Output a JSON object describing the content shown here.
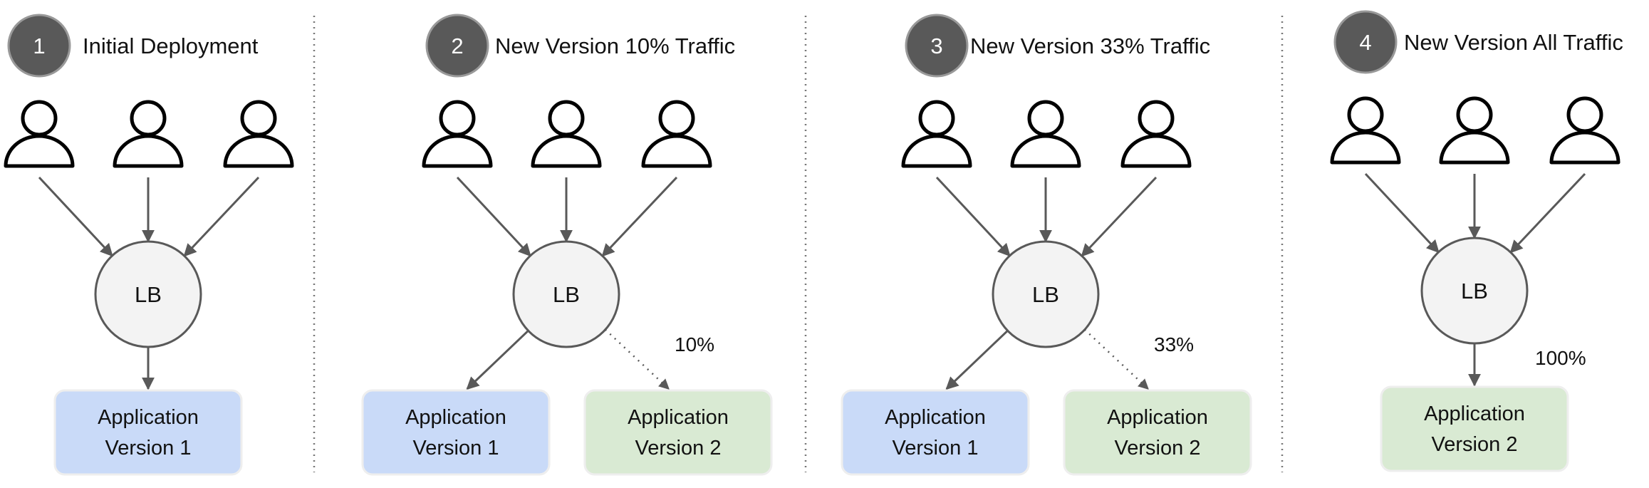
{
  "colors": {
    "badge": "#595959",
    "arrow": "#595959",
    "lb_fill": "#f3f3f3",
    "version1_box": "#c9daf8",
    "version2_box": "#d9ead3"
  },
  "panels": [
    {
      "step": "1",
      "title": "Initial Deployment",
      "lb_label": "LB",
      "routes": [
        {
          "box_line1": "Application",
          "box_line2": "Version 1",
          "version": 1,
          "style": "solid",
          "label": ""
        }
      ]
    },
    {
      "step": "2",
      "title": "New Version 10% Traffic",
      "lb_label": "LB",
      "routes": [
        {
          "box_line1": "Application",
          "box_line2": "Version 1",
          "version": 1,
          "style": "solid",
          "label": ""
        },
        {
          "box_line1": "Application",
          "box_line2": "Version 2",
          "version": 2,
          "style": "dotted",
          "label": "10%"
        }
      ]
    },
    {
      "step": "3",
      "title": "New Version 33% Traffic",
      "lb_label": "LB",
      "routes": [
        {
          "box_line1": "Application",
          "box_line2": "Version 1",
          "version": 1,
          "style": "solid",
          "label": ""
        },
        {
          "box_line1": "Application",
          "box_line2": "Version 2",
          "version": 2,
          "style": "dotted",
          "label": "33%"
        }
      ]
    },
    {
      "step": "4",
      "title": "New Version All Traffic",
      "lb_label": "LB",
      "routes": [
        {
          "box_line1": "Application",
          "box_line2": "Version 2",
          "version": 2,
          "style": "solid",
          "label": "100%"
        }
      ]
    }
  ]
}
